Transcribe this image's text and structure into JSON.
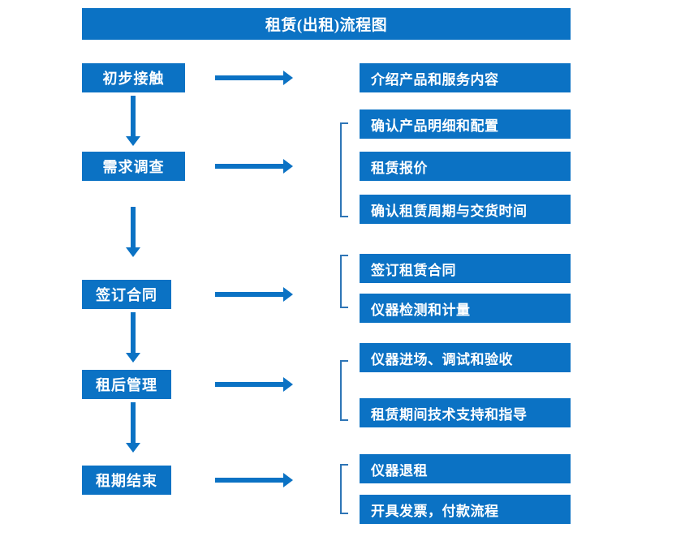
{
  "diagram": {
    "title": "租赁(出租)流程图",
    "accent_color": "#0b72c4",
    "bracket_color": "#2e75b6",
    "title_text_color": "#ffffff",
    "stages": [
      {
        "id": "stage-1",
        "label": "初步接触",
        "details": [
          "介绍产品和服务内容"
        ],
        "has_bracket": false
      },
      {
        "id": "stage-2",
        "label": "需求调查",
        "details": [
          "确认产品明细和配置",
          "租赁报价",
          "确认租赁周期与交货时间"
        ],
        "has_bracket": true
      },
      {
        "id": "stage-3",
        "label": "签订合同",
        "details": [
          "签订租赁合同",
          "仪器检测和计量"
        ],
        "has_bracket": true
      },
      {
        "id": "stage-4",
        "label": "租后管理",
        "details": [
          "仪器进场、调试和验收",
          "租赁期间技术支持和指导"
        ],
        "has_bracket": true
      },
      {
        "id": "stage-5",
        "label": "租期结束",
        "details": [
          "仪器退租",
          "开具发票，付款流程"
        ],
        "has_bracket": true
      }
    ],
    "flow_arrows": {
      "horizontal_icon": "arrow-right-icon",
      "vertical_icon": "arrow-down-icon",
      "bracket_icon": "bracket-left-icon"
    }
  }
}
